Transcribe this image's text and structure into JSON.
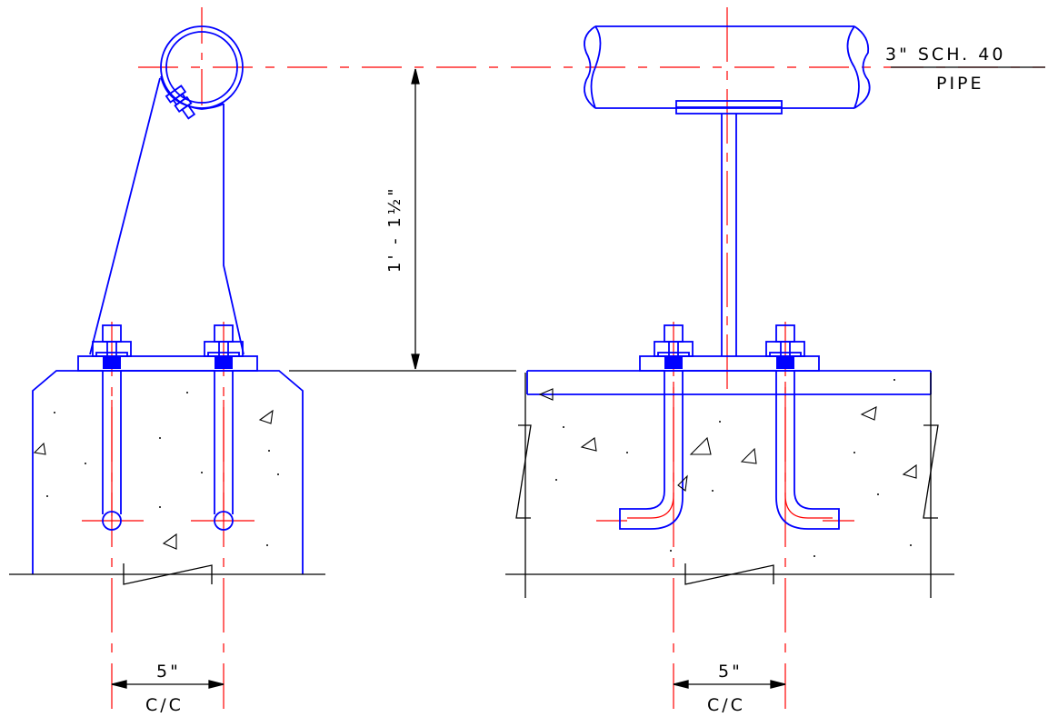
{
  "labels": {
    "pipe_size": "3\" SCH. 40",
    "pipe_word": "PIPE",
    "height_dim": "1' - 1½\"",
    "spacing_left": "5\"",
    "spacing_left_unit": "C/C",
    "spacing_right": "5\"",
    "spacing_right_unit": "C/C"
  },
  "colors": {
    "object_line": "#0000ff",
    "center_line": "#ff0000",
    "dimension_line": "#000000",
    "background": "#ffffff"
  }
}
